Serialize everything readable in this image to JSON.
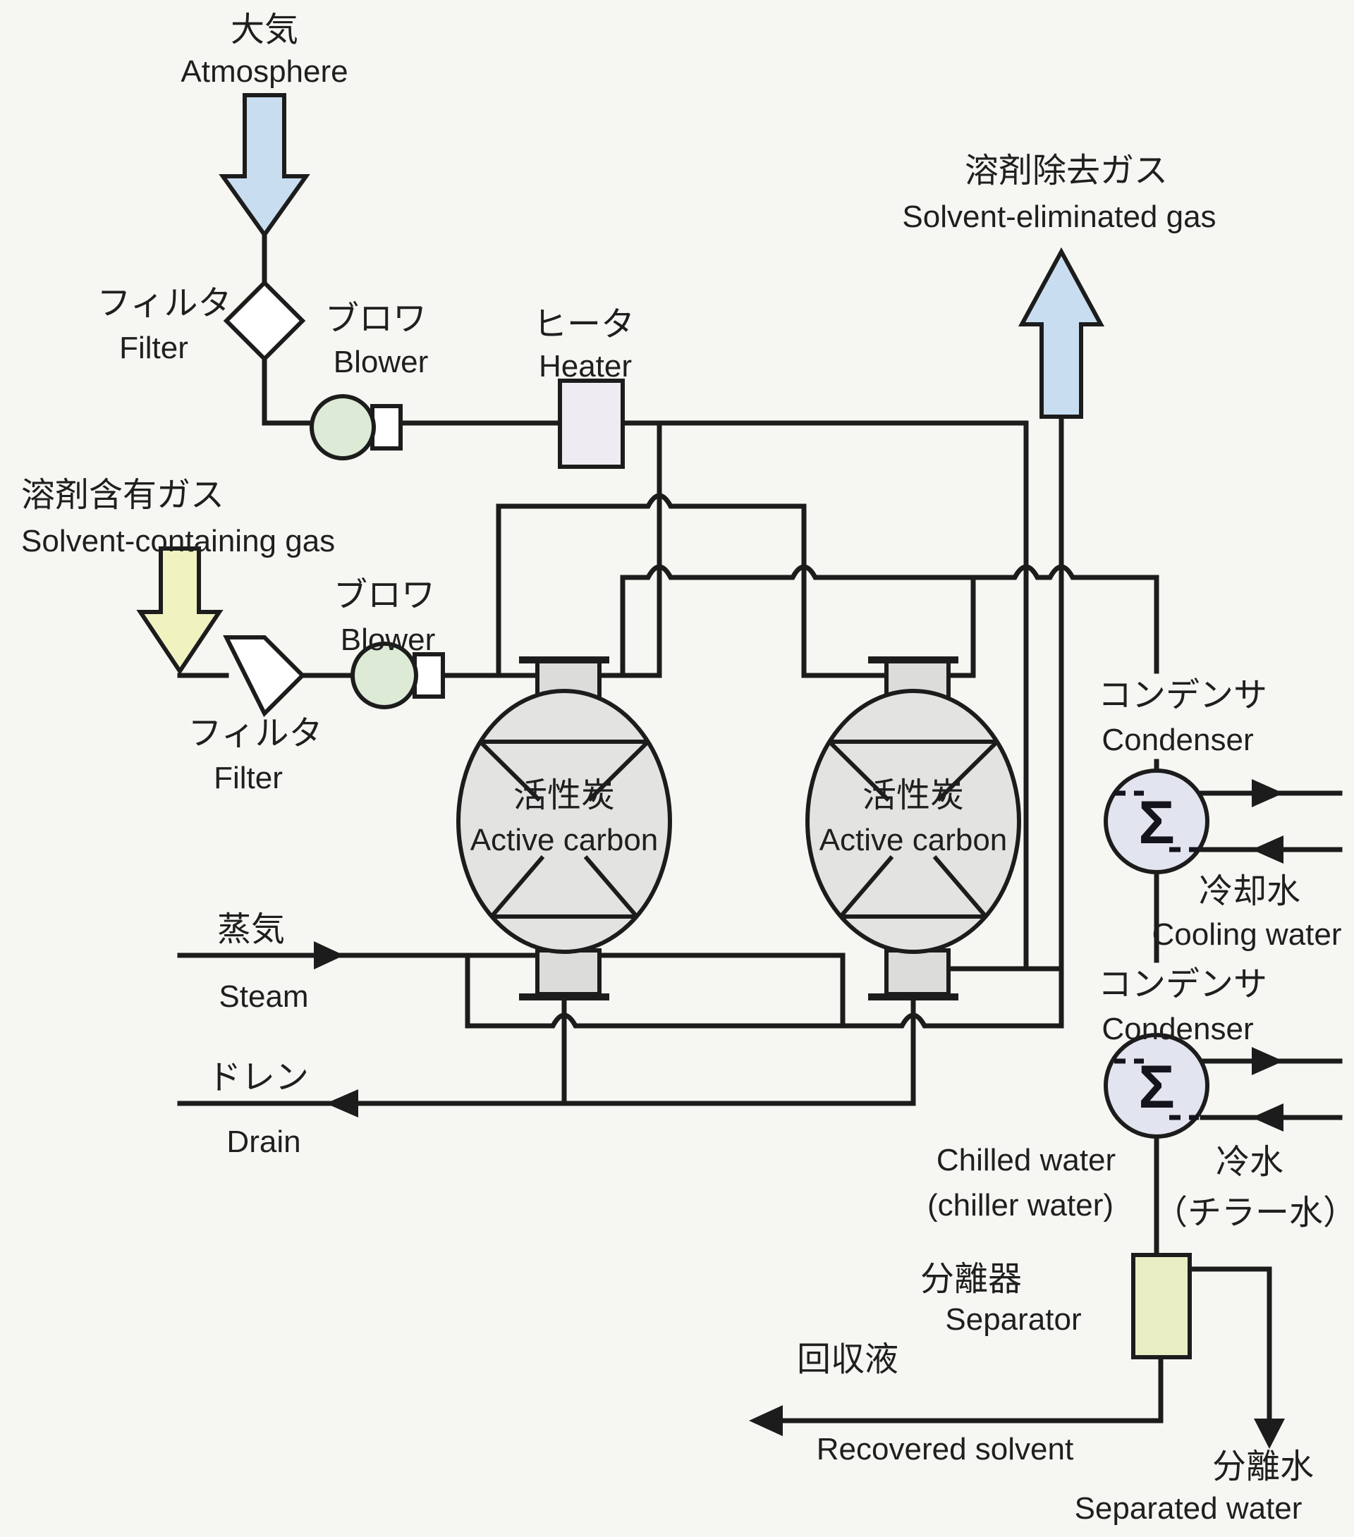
{
  "diagram_title": "Activated carbon solvent recovery process flow diagram",
  "colors": {
    "background": "#f6f6f2",
    "line": "#1c1c1c",
    "air_arrow_blue": "#c9ddf1",
    "solvent_gas_arrow_yellow": "#f0f3c0",
    "blower_green": "#dcead6",
    "heater_fill": "#eeecf2",
    "carbon_bed_gray": "#e3e3e1",
    "neck_gray": "#dcdcda",
    "condenser_fill": "#e2e5ef",
    "separator_fill": "#e9edc4"
  },
  "streams": {
    "atmosphere": {
      "jp": "大気",
      "en": "Atmosphere",
      "icon": "down-arrow-blue"
    },
    "solvent_containing_gas": {
      "jp": "溶剤含有ガス",
      "en": "Solvent-containing gas",
      "icon": "down-arrow-yellow"
    },
    "solvent_eliminated_gas": {
      "jp": "溶剤除去ガス",
      "en": "Solvent-eliminated gas",
      "icon": "up-arrow-blue"
    },
    "steam": {
      "jp": "蒸気",
      "en": "Steam",
      "icon": "right-arrowhead"
    },
    "drain": {
      "jp": "ドレン",
      "en": "Drain",
      "icon": "left-arrowhead"
    },
    "cooling_water": {
      "jp": "冷却水",
      "en": "Cooling water"
    },
    "chilled_water": {
      "en_line1": "Chilled water",
      "en_line2": "(chiller water)",
      "jp_line1": "冷水",
      "jp_line2": "（チラー水）"
    },
    "recovered_solvent": {
      "jp": "回収液",
      "en": "Recovered solvent",
      "icon": "left-arrowhead"
    },
    "separated_water": {
      "jp": "分離水",
      "en": "Separated water",
      "icon": "down-arrowhead"
    }
  },
  "equipment": {
    "filter_top": {
      "jp": "フィルタ",
      "en": "Filter",
      "symbol": "diamond"
    },
    "blower_top": {
      "jp": "ブロワ",
      "en": "Blower",
      "symbol": "circle-with-tab"
    },
    "filter_bottom": {
      "jp": "フィルタ",
      "en": "Filter",
      "symbol": "diamond"
    },
    "blower_bottom": {
      "jp": "ブロワ",
      "en": "Blower",
      "symbol": "circle-with-tab"
    },
    "heater": {
      "jp": "ヒータ",
      "en": "Heater",
      "symbol": "rectangle"
    },
    "carbon_bed_1": {
      "jp": "活性炭",
      "en": "Active carbon",
      "symbol": "ellipse-vessel"
    },
    "carbon_bed_2": {
      "jp": "活性炭",
      "en": "Active carbon",
      "symbol": "ellipse-vessel"
    },
    "condenser_1": {
      "jp": "コンデンサ",
      "en": "Condenser",
      "symbol": "circle-sigma",
      "sigma": "Σ"
    },
    "condenser_2": {
      "jp": "コンデンサ",
      "en": "Condenser",
      "symbol": "circle-sigma",
      "sigma": "Σ"
    },
    "separator": {
      "jp": "分離器",
      "en": "Separator",
      "symbol": "rectangle"
    }
  }
}
